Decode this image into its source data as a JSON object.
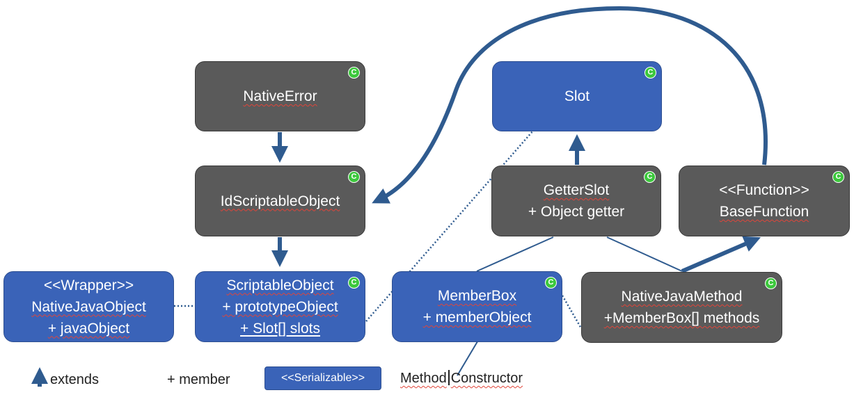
{
  "classes": {
    "native_error": {
      "lines": [
        "NativeError"
      ],
      "badge": "C"
    },
    "slot": {
      "lines": [
        "Slot"
      ],
      "badge": "C"
    },
    "id_scriptable_object": {
      "lines": [
        "IdScriptableObject"
      ],
      "badge": "C"
    },
    "getter_slot": {
      "lines": [
        "GetterSlot",
        "+ Object getter"
      ],
      "badge": "C"
    },
    "base_function": {
      "lines": [
        "<<Function>>",
        "BaseFunction"
      ],
      "badge": "C"
    },
    "native_java_object": {
      "lines": [
        "<<Wrapper>>",
        "NativeJavaObject",
        "+ javaObject"
      ]
    },
    "scriptable_object": {
      "lines": [
        "ScriptableObject",
        "+ prototypeObject",
        "+ Slot[] slots"
      ],
      "badge": "C"
    },
    "member_box": {
      "lines": [
        "MemberBox",
        "+ memberObject"
      ],
      "badge": "C"
    },
    "native_java_method": {
      "lines": [
        "NativeJavaMethod",
        "+MemberBox[] methods"
      ],
      "badge": "C"
    }
  },
  "legend": {
    "extends_label": "extends",
    "member_label": "+  member",
    "serializable_label": "<<Serializable>>",
    "method_label": "Method",
    "constructor_label": "Constructor"
  },
  "colors": {
    "abstract_fill": "#5a5a5a",
    "serializable_fill": "#3a63b8",
    "arrow": "#2f5b8f",
    "class_badge": "#3cc83c"
  }
}
